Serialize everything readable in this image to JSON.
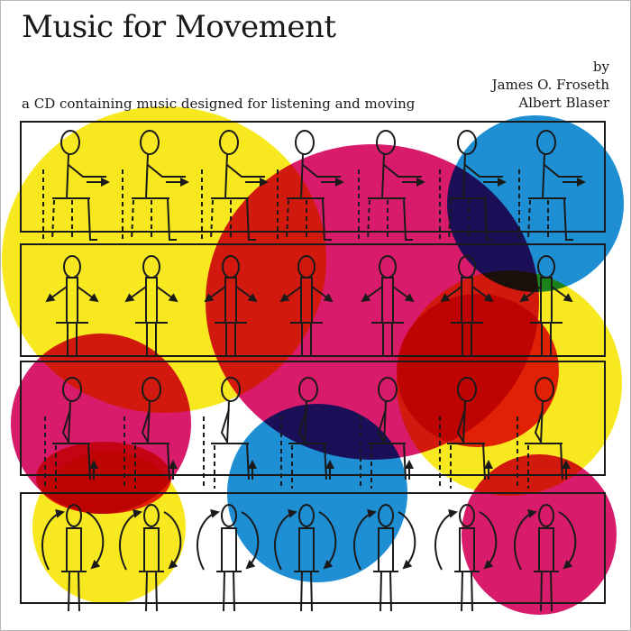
{
  "cover": {
    "title": "Music for Movement",
    "subtitle": "a CD containing music designed for listening and moving",
    "credits": {
      "by": "by",
      "author_1": "James O. Froseth",
      "author_2": "Albert Blaser"
    }
  },
  "colors": {
    "yellow": "#f7e820",
    "magenta": "#d81b6a",
    "red": "#e8242e",
    "blue": "#1f8fd4",
    "line": "#1a1a1a"
  },
  "panels": [
    {
      "row": 1,
      "pose": "seated-arm-extend",
      "figure_count": 7
    },
    {
      "row": 2,
      "pose": "standing-arm-arrows",
      "figure_count": 7
    },
    {
      "row": 3,
      "pose": "seated-leg-lift",
      "figure_count": 7
    },
    {
      "row": 4,
      "pose": "standing-circular-arrows",
      "figure_count": 7
    }
  ]
}
